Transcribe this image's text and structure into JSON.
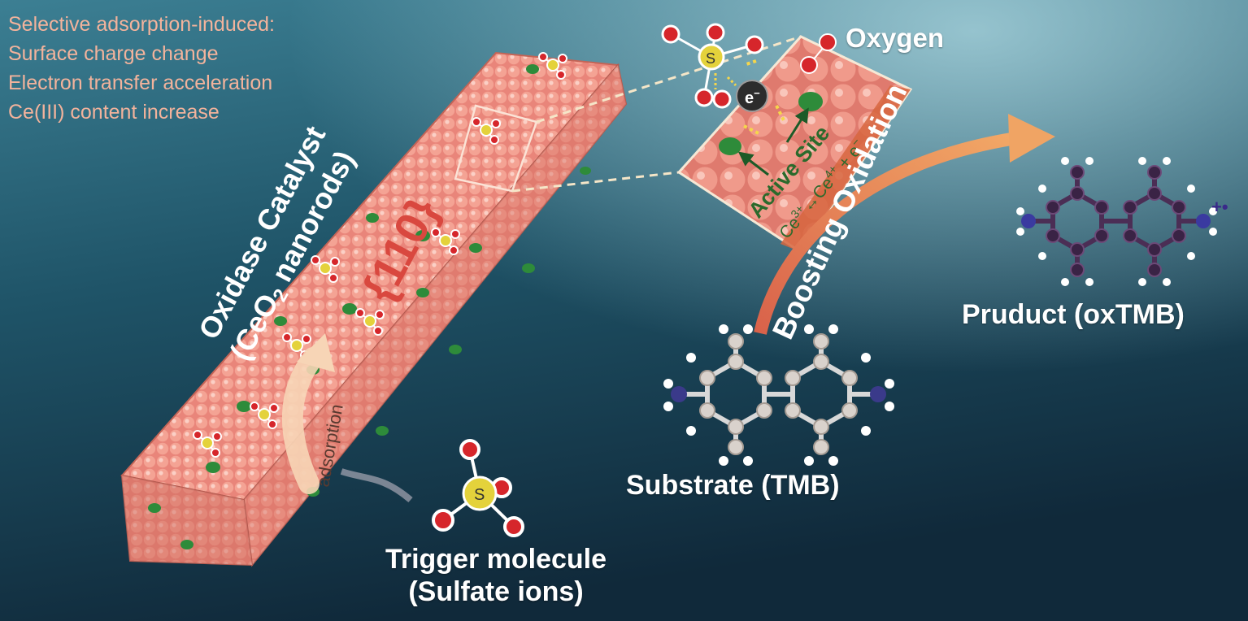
{
  "notes": {
    "heading": "Selective adsorption-induced:",
    "items": [
      "Surface charge change",
      "Electron transfer acceleration",
      "Ce(III) content increase"
    ]
  },
  "catalyst": {
    "line1": "Oxidase Catalyst",
    "line2_pre": "(CeO",
    "line2_sub": "2",
    "line2_post": " nanorods)",
    "facet": "{110}"
  },
  "adsorption_label": "adsorption",
  "trigger": {
    "line1": "Trigger molecule",
    "line2": "(Sulfate ions)"
  },
  "oxygen_label": "Oxygen",
  "electron_label": "e",
  "electron_sup": "−",
  "active_site": "Active Site",
  "equation": {
    "ce3": "Ce",
    "ce3_sup": "3+",
    "arrow": "↔",
    "ce4": "Ce",
    "ce4_sup": "4+",
    "tail": " + e",
    "tail_sup": "−"
  },
  "boosting": "Boosting Oxidation",
  "substrate": "Substrate (TMB)",
  "product": "Pruduct (oxTMB)",
  "product_charge": "+•",
  "sulfur_label": "S",
  "colors": {
    "rod": "#ef8f80",
    "rod_dark": "#c9665a",
    "green_site": "#2e8b3a",
    "oxygen": "#d6262b",
    "sulfur": "#e4d23b",
    "arrow": "#e8876a",
    "water": "#1d4a5e"
  }
}
